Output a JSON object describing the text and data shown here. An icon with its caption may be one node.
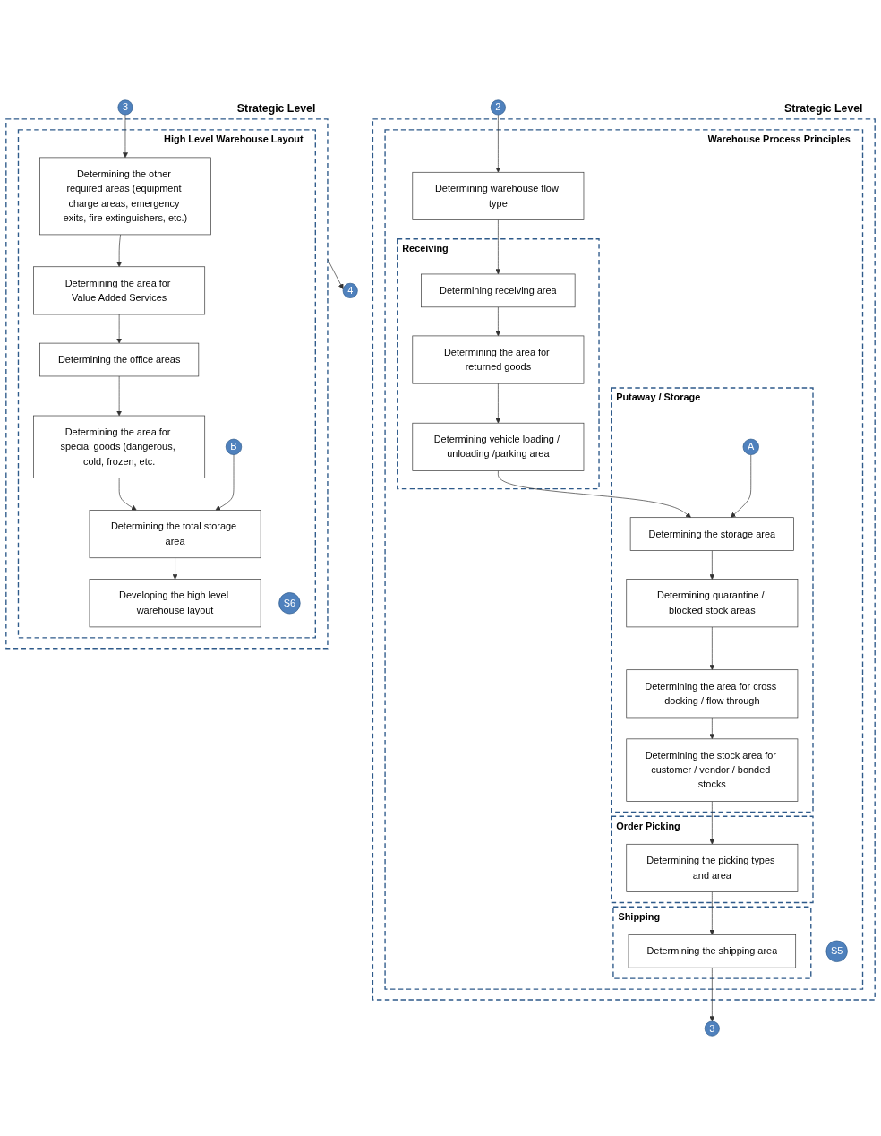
{
  "diagram": {
    "nodes": [
      {
        "text": [
          "Strategic Level"
        ]
      },
      {
        "text": [
          "Warehouse Process Principles"
        ],
        "in": 0
      },
      {
        "text": [
          "2"
        ]
      },
      {
        "text": [
          "Determining warehouse flow type"
        ],
        "in": 1
      },
      {
        "text": [
          "Receiving"
        ],
        "in": 1
      },
      {
        "text": [
          "Determining receiving area"
        ],
        "in": 4
      },
      {
        "text": [
          "Determining the area for returned goods"
        ],
        "in": 4
      },
      {
        "text": [
          "Determining vehicle loading / unloading /parking area"
        ],
        "in": 4
      },
      {
        "text": [
          "Putaway / Storage"
        ],
        "in": 1
      },
      {
        "text": [
          "Determining the storage area"
        ],
        "in": 8
      },
      {
        "text": [
          "Determining quarantine / blocked stock areas"
        ],
        "in": 8
      },
      {
        "text": [
          "A"
        ],
        "in": 8
      },
      {
        "text": [
          "Determining the area for cross docking / flow through"
        ],
        "in": 8
      },
      {
        "text": [
          "Determining the stock area for customer / vendor / bonded stocks"
        ],
        "in": 8
      },
      {
        "text": [
          "Order Picking"
        ],
        "in": 1
      },
      {
        "text": [
          "Determining the picking types and area"
        ],
        "in": 14
      },
      {
        "text": [
          "Shipping"
        ],
        "in": 1
      },
      {
        "text": [
          "Determining the shipping area"
        ],
        "in": 16
      },
      {
        "text": [
          "S5"
        ],
        "in": 1
      },
      {
        "text": [
          "3"
        ]
      },
      {
        "text": [
          "3"
        ]
      },
      {
        "text": [
          "Strategic Level"
        ]
      },
      {
        "text": [
          "High Level Warehouse Layout"
        ],
        "in": 21
      },
      {
        "text": [
          "Determining the other required areas (equipment charge areas, emergency exits, fire extinguishers, etc.)"
        ],
        "in": 22
      },
      {
        "text": [
          "Determining the area for Value Added Services"
        ],
        "in": 22
      },
      {
        "text": [
          "Determining the office areas"
        ],
        "in": 22
      },
      {
        "text": [
          "Determining the area for special goods (dangerous, cold, frozen, etc."
        ],
        "in": 22
      },
      {
        "text": [
          "Determining the total storage area"
        ],
        "in": 22
      },
      {
        "text": [
          "Developing the high level warehouse layout"
        ],
        "in": 22
      },
      {
        "text": [
          "B"
        ],
        "in": 22
      },
      {
        "text": [
          "S6"
        ],
        "in": 22
      },
      {
        "text": [
          "4"
        ]
      }
    ],
    "edges": [
      {
        "from": 2,
        "to": 3,
        "arrow": "to"
      },
      {
        "from": 3,
        "to": 5,
        "arrow": "to"
      },
      {
        "from": 5,
        "to": 6,
        "arrow": "to"
      },
      {
        "from": 6,
        "to": 7,
        "arrow": "to"
      },
      {
        "from": 7,
        "to": 9,
        "arrow": "to"
      },
      {
        "from": 11,
        "to": 9,
        "arrow": "to"
      },
      {
        "from": 9,
        "to": 10,
        "arrow": "to"
      },
      {
        "from": 10,
        "to": 12,
        "arrow": "to"
      },
      {
        "from": 12,
        "to": 13,
        "arrow": "to"
      },
      {
        "from": 13,
        "to": 15,
        "arrow": "to"
      },
      {
        "from": 15,
        "to": 17,
        "arrow": "to"
      },
      {
        "from": 17,
        "to": 19,
        "arrow": "to"
      },
      {
        "from": 20,
        "to": 23,
        "arrow": "to"
      },
      {
        "from": 23,
        "to": 24,
        "arrow": "to"
      },
      {
        "from": 24,
        "to": 25,
        "arrow": "to"
      },
      {
        "from": 25,
        "to": 26,
        "arrow": "to"
      },
      {
        "from": 26,
        "to": 27,
        "arrow": "to"
      },
      {
        "from": 29,
        "to": 27,
        "arrow": "to"
      },
      {
        "from": 27,
        "to": 28,
        "arrow": "to"
      },
      {
        "from": 21,
        "to": 31,
        "arrow": "to"
      }
    ]
  }
}
